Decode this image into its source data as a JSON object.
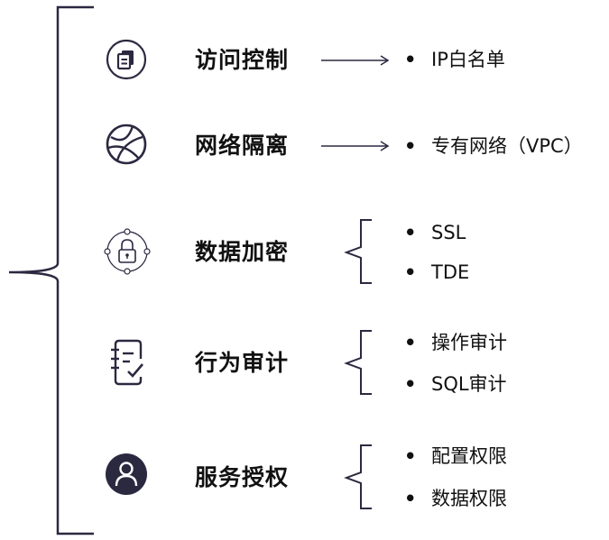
{
  "categories": [
    {
      "id": "access",
      "label": "访问控制",
      "items": [
        "IP白名单"
      ]
    },
    {
      "id": "isolation",
      "label": "网络隔离",
      "items": [
        "专有网络（VPC）"
      ]
    },
    {
      "id": "encryption",
      "label": "数据加密",
      "items": [
        "SSL",
        "TDE"
      ]
    },
    {
      "id": "audit",
      "label": "行为审计",
      "items": [
        "操作审计",
        "SQL审计"
      ]
    },
    {
      "id": "auth",
      "label": "服务授权",
      "items": [
        "配置权限",
        "数据权限"
      ]
    }
  ],
  "bullet_symbol": "•",
  "colors": {
    "icon": "#2b2940",
    "text": "#111111",
    "line": "#2b2940"
  }
}
